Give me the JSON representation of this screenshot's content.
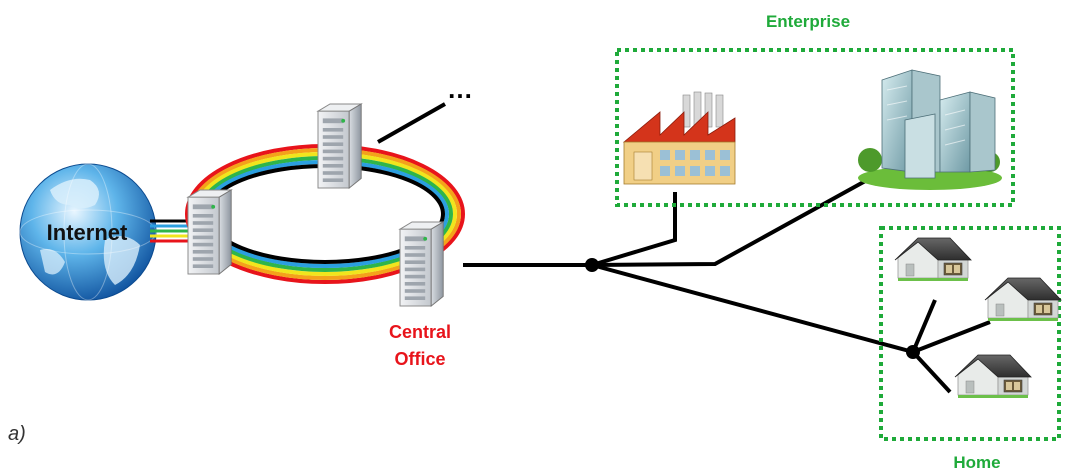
{
  "labels": {
    "internet": "Internet",
    "ellipsis": "…",
    "central_office_line1": "Central",
    "central_office_line2": "Office",
    "enterprise": "Enterprise",
    "home": "Home",
    "caption": "a)"
  },
  "colors": {
    "group_border": "#1faa3a",
    "central_office_text": "#e8141b",
    "ring": [
      "#e8141b",
      "#f4a21b",
      "#f1e51d",
      "#2fb54a",
      "#2b9fe0",
      "#000000"
    ]
  },
  "icons": {
    "internet": "globe-icon",
    "servers": [
      "server-icon",
      "server-icon",
      "server-icon"
    ],
    "enterprise": [
      "factory-icon",
      "office-buildings-icon"
    ],
    "homes": [
      "house-icon",
      "house-icon",
      "house-icon"
    ],
    "splitters": [
      "splitter-node-icon",
      "splitter-node-icon"
    ]
  }
}
